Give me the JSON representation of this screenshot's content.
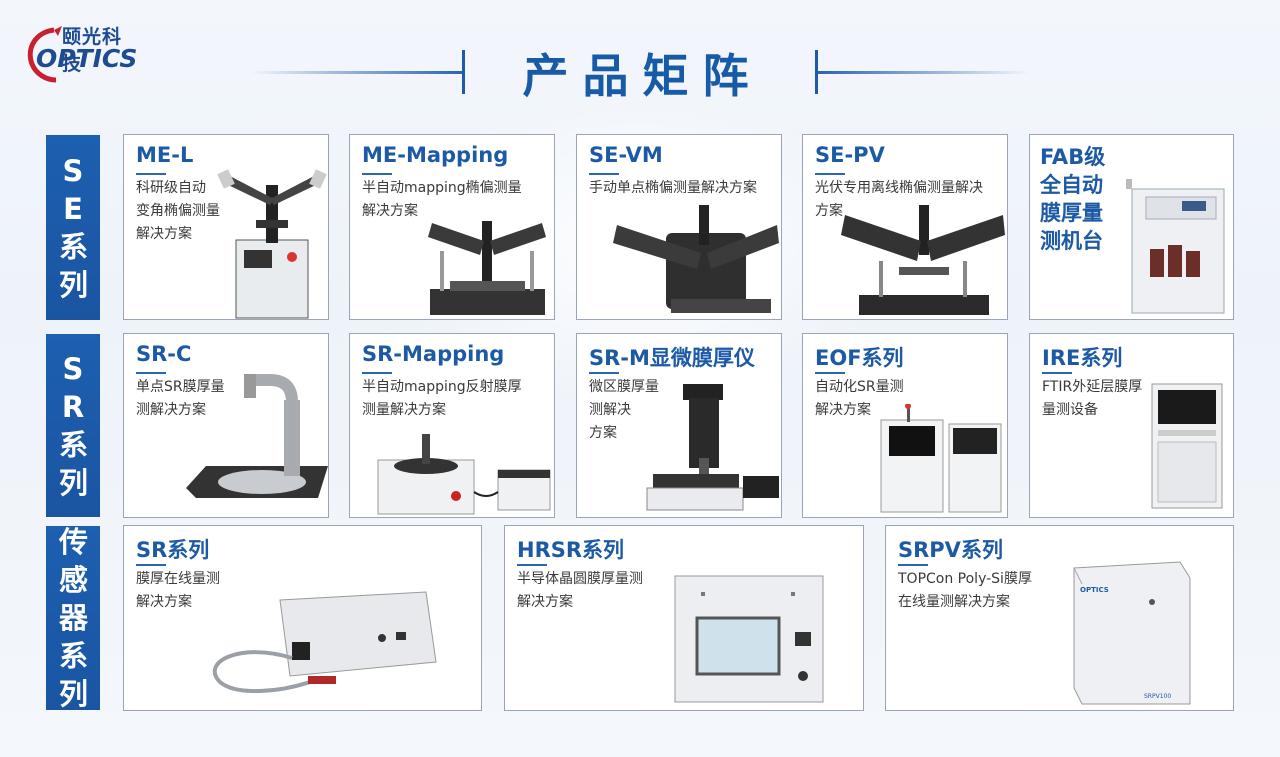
{
  "logo": {
    "cn": "颐光科技",
    "en": "OPTICS"
  },
  "page_title": "产品矩阵",
  "series": [
    {
      "label": "SE系列"
    },
    {
      "label": "SR系列"
    },
    {
      "label": "传感器系列"
    }
  ],
  "se_cards": [
    {
      "title": "ME-L",
      "desc": "科研级自动\n变角椭偏测量\n解决方案"
    },
    {
      "title": "ME-Mapping",
      "desc": "半自动mapping椭偏测量\n解决方案"
    },
    {
      "title": "SE-VM",
      "desc": "手动单点椭偏测量解决方案"
    },
    {
      "title": "SE-PV",
      "desc": "光伏专用离线椭偏测量解决\n方案"
    },
    {
      "title": "FAB级\n全自动\n膜厚量\n测机台",
      "desc": ""
    }
  ],
  "sr_cards": [
    {
      "title": "SR-C",
      "desc": "单点SR膜厚量\n测解决方案"
    },
    {
      "title": "SR-Mapping",
      "desc": "半自动mapping反射膜厚\n测量解决方案"
    },
    {
      "title": "SR-M显微膜厚仪",
      "desc": "微区膜厚量\n测解决\n方案"
    },
    {
      "title": "EOF系列",
      "desc": "自动化SR量测\n解决方案"
    },
    {
      "title": "IRE系列",
      "desc": "FTIR外延层膜厚\n量测设备"
    }
  ],
  "sensor_cards": [
    {
      "title": "SR系列",
      "desc": "膜厚在线量测\n解决方案"
    },
    {
      "title": "HRSR系列",
      "desc": "半导体晶圆膜厚量测\n解决方案"
    },
    {
      "title": "SRPV系列",
      "desc": "TOPCon Poly-Si膜厚\n在线量测解决方案"
    }
  ],
  "device_labels": {
    "srpv_model": "SRPV100",
    "srpv_logo": "OPTICS"
  },
  "colors": {
    "brand_blue": "#1d5aa5",
    "label_bg": "#1d5fb0",
    "card_border": "#9aa6b5",
    "accent_red": "#c8202e"
  }
}
